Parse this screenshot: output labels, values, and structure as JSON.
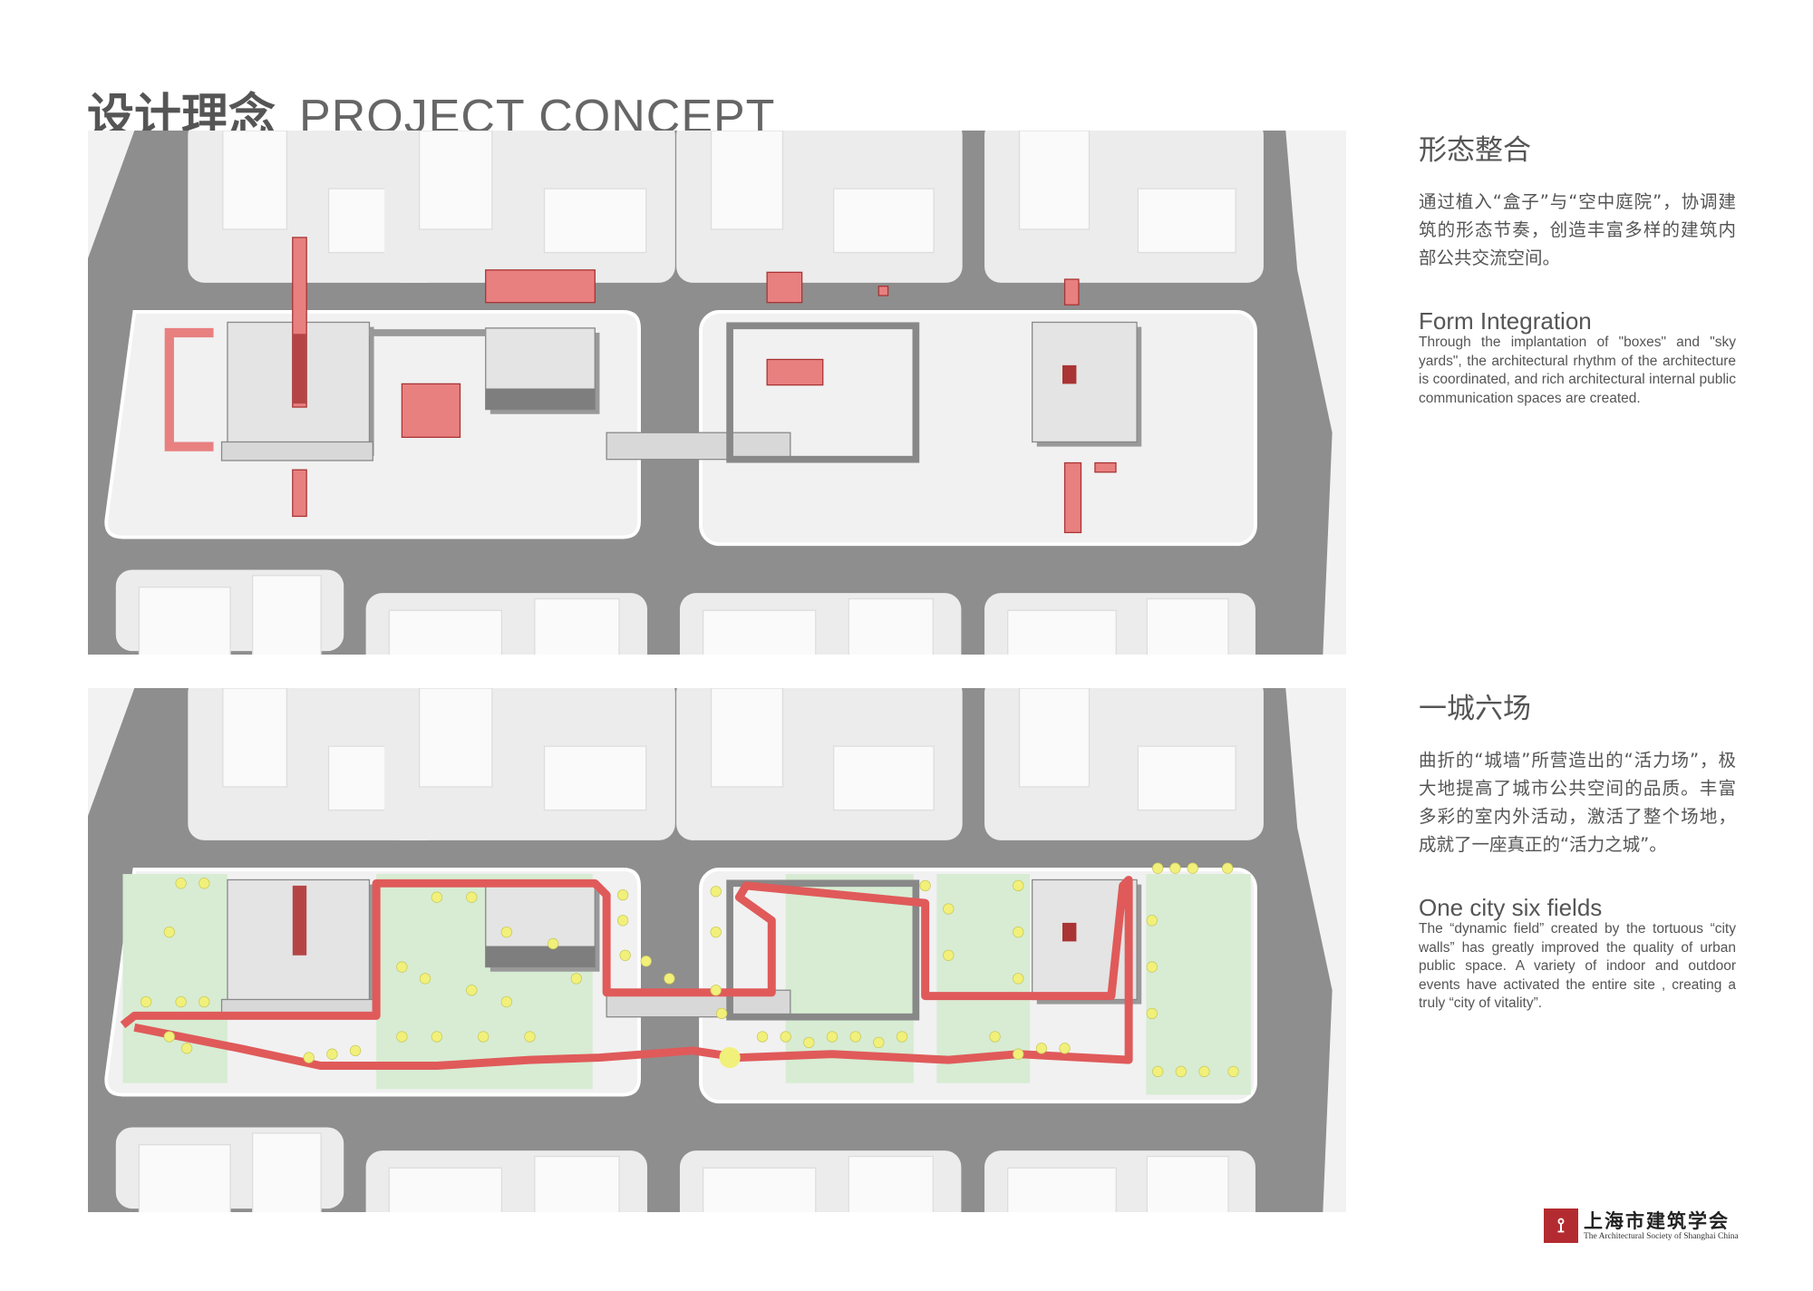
{
  "header": {
    "title_cn": "设计理念",
    "title_en": "PROJECT CONCEPT"
  },
  "sections": [
    {
      "title_cn": "形态整合",
      "body_cn": "通过植入“盒子”与“空中庭院”，协调建筑的形态节奏，创造丰富多样的建筑内部公共交流空间。",
      "title_en": "Form Integration",
      "body_en": "Through the implantation of \"boxes\" and \"sky yards\", the architectural rhythm of the architecture is coordinated, and rich architectural internal public communication spaces are created."
    },
    {
      "title_cn": "一城六场",
      "body_cn": "曲折的“城墙”所营造出的“活力场”，极大地提高了城市公共空间的品质。丰富多彩的室内外活动，激活了整个场地，成就了一座真正的“活力之城”。",
      "title_en": "One city six fields",
      "body_en": "The “dynamic field” created by the tortuous “city walls” has greatly improved the quality of urban public space. A variety of indoor and outdoor events have activated the entire site , creating a truly “city of vitality”."
    }
  ],
  "logo": {
    "name_cn": "上海市建筑学会",
    "name_en": "The Architectural Society of Shanghai China"
  },
  "colors": {
    "road": "#8e8e8e",
    "block": "#ececec",
    "plot": "#f1f1f1",
    "box_red": "#e88080",
    "path_red": "#e05a5a",
    "field_green": "#d7ecd3",
    "tree_yellow": "#f1f07a"
  }
}
